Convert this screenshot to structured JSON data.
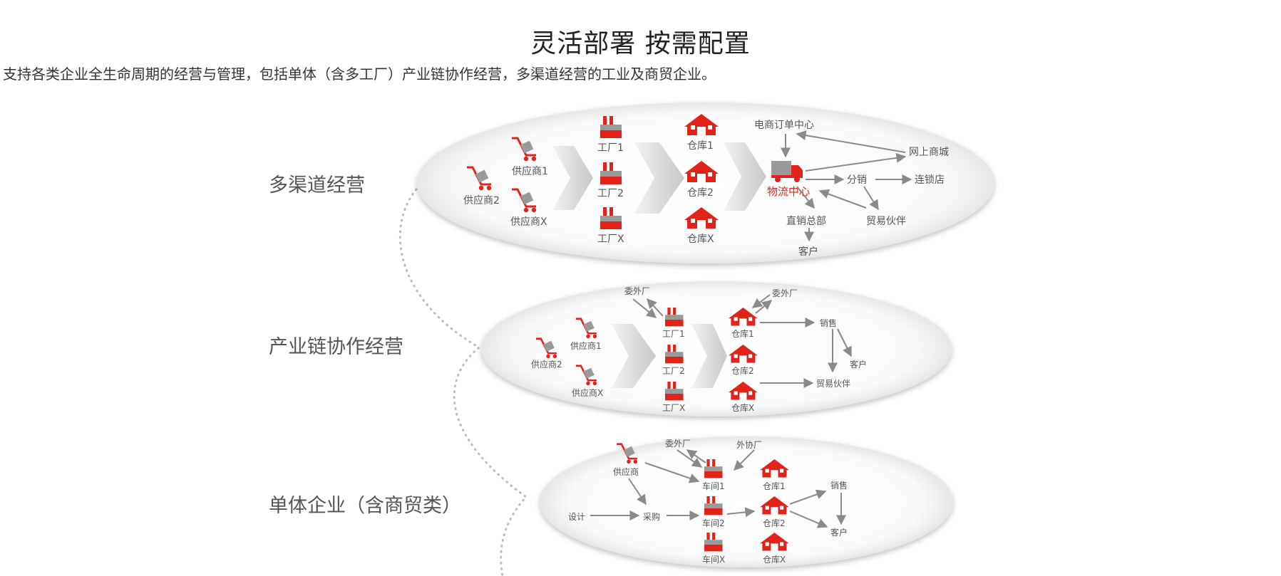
{
  "header": {
    "title": "灵活部署 按需配置",
    "subtitle": "支持各类企业全生命周期的经营与管理，包括单体（含多工厂）产业链协作经营，多渠道经营的工业及商贸企业。"
  },
  "colors": {
    "accent": "#e2231a",
    "arrow": "#8a8a8a",
    "funnel": "#cfcfcf",
    "dots": "#bdbdbd"
  },
  "sections": [
    {
      "label": "多渠道经营",
      "suppliers": [
        "供应商1",
        "供应商2",
        "供应商X"
      ],
      "factories": [
        "工厂1",
        "工厂2",
        "工厂X"
      ],
      "warehouses": [
        "仓库1",
        "仓库2",
        "仓库X"
      ],
      "logistics": "物流中心",
      "nodes": [
        "电商订单中心",
        "网上商城",
        "分销",
        "连锁店",
        "直销总部",
        "贸易伙伴",
        "客户"
      ]
    },
    {
      "label": "产业链协作经营",
      "suppliers": [
        "供应商1",
        "供应商2",
        "供应商X"
      ],
      "outsource": [
        "委外厂",
        "委外厂"
      ],
      "factories": [
        "工厂1",
        "工厂2",
        "工厂X"
      ],
      "warehouses": [
        "仓库1",
        "仓库2",
        "仓库X"
      ],
      "nodes": [
        "销售",
        "客户",
        "贸易伙伴"
      ]
    },
    {
      "label": "单体企业（含商贸类）",
      "supplier": "供应商",
      "outsource": [
        "委外厂",
        "外协厂"
      ],
      "flow": [
        "设计",
        "采购"
      ],
      "workshops": [
        "车间1",
        "车间2",
        "车间X"
      ],
      "warehouses": [
        "仓库1",
        "仓库2",
        "仓库X"
      ],
      "nodes": [
        "销售",
        "客户"
      ]
    }
  ]
}
